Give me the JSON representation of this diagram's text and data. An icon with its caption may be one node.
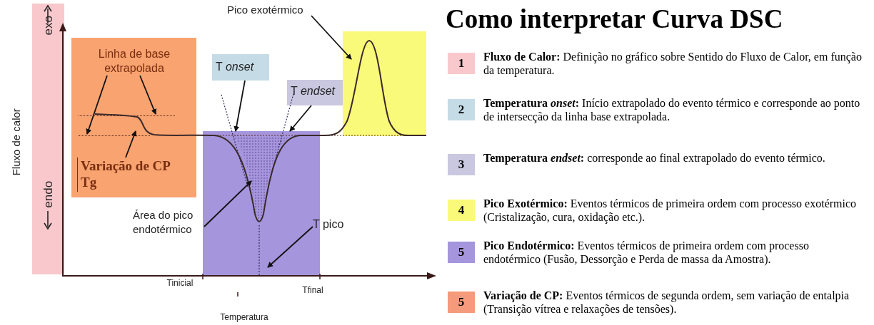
{
  "diagram": {
    "title": "Como interpretar Curva DSC",
    "nodes": [
      {
        "text": [
          "exo",
          "endo"
        ]
      },
      {
        "text": [],
        "shape": "box"
      },
      {
        "text": [
          "Linha de base extrapolada"
        ],
        "in": 1
      },
      {
        "text": [
          "Variação de CP Tg"
        ],
        "in": 1
      },
      {
        "text": [],
        "shape": "line",
        "in": 1
      },
      {
        "text": [],
        "shape": "line",
        "in": 1
      },
      {
        "text": [
          "T *onset*"
        ]
      },
      {
        "text": [
          "T *endset*"
        ]
      },
      {
        "text": [],
        "shape": "box"
      },
      {
        "text": [
          "Área do pico endotérmico"
        ]
      },
      {
        "text": [
          "T pico"
        ]
      },
      {
        "text": [],
        "shape": "box"
      },
      {
        "text": [
          "Pico exotérmico"
        ]
      }
    ],
    "edges": [
      {
        "from": 2,
        "to": 5,
        "arrow": "to"
      },
      {
        "from": 2,
        "to": 4,
        "arrow": "to"
      },
      {
        "from": 3,
        "to": 1,
        "arrow": "to"
      },
      {
        "from": 6,
        "to": 8,
        "arrow": "to"
      },
      {
        "from": 7,
        "to": 8,
        "arrow": "to"
      },
      {
        "from": 9,
        "to": 8,
        "arrow": "to"
      },
      {
        "from": 10,
        "to": 8,
        "arrow": "to"
      },
      {
        "from": 12,
        "to": 11,
        "arrow": "to"
      }
    ],
    "labels": [
      "Fluxo de calor",
      "Tinicial",
      "Tfinal",
      "Temperatura",
      "1",
      "2",
      "3",
      "4",
      "5",
      "5"
    ],
    "legend": [
      {
        "text": "**Fluxo de Calor:** Definição no gráfico sobre Sentido do Fluxo de Calor, em função da temperatura.",
        "color": "#f8c8cc"
      },
      {
        "text": "**Temperatura *onset*:** Início extrapolado do evento térmico e corresponde ao ponto de intersecção da linha base extrapolada.",
        "color": "#c5dbe6"
      },
      {
        "text": "**Temperatura *endset*:** corresponde ao final extrapolado do evento térmico.",
        "color": "#c9c8e0"
      },
      {
        "text": "**Pico Exotérmico:** Eventos térmicos de primeira ordem com processo exotérmico (Cristalização, cura, oxidação etc.).",
        "color": "#fafa7a"
      },
      {
        "text": "**Pico Endotérmico:** Eventos térmicos de primeira ordem com processo endotérmico (Fusão, Dessorção e Perda de massa da Amostra).",
        "color": "#a595dc"
      },
      {
        "text": "**Variação de CP:** Eventos térmicos de segunda ordem, sem variação de entalpia (Transição vítrea e relaxações de tensões).",
        "color": "#f59a7a"
      }
    ]
  }
}
